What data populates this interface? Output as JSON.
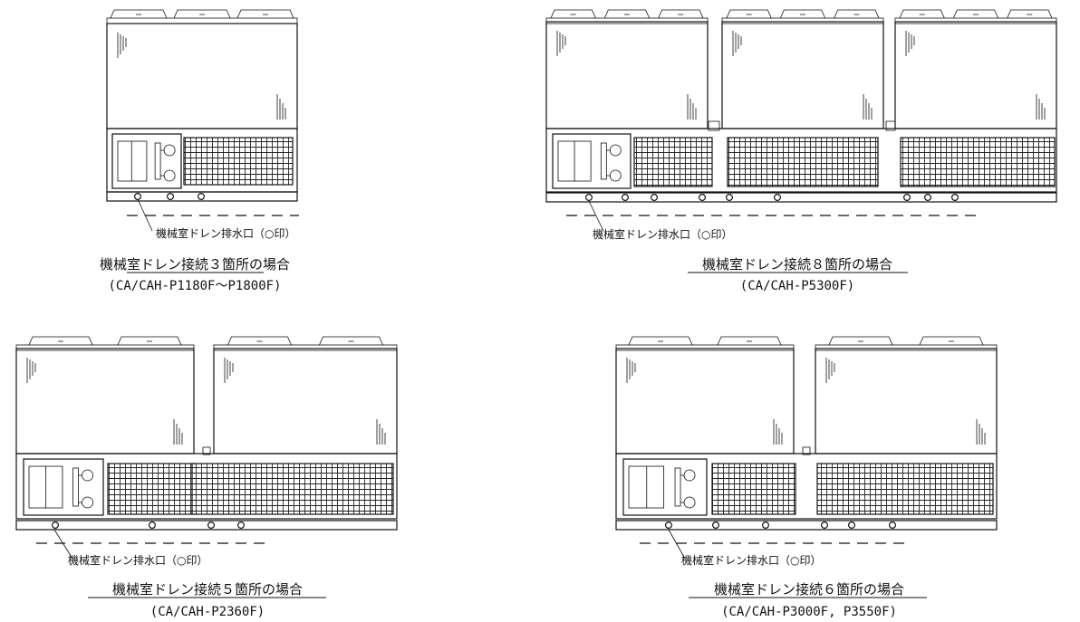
{
  "panels": [
    {
      "drain_label": "機械室ドレン排水口（○印）",
      "title": "機械室ドレン接続３箇所の場合",
      "model": "(CA/CAH-P1180F～P1800F)"
    },
    {
      "drain_label": "機械室ドレン排水口（○印）",
      "title": "機械室ドレン接続８箇所の場合",
      "model": "(CA/CAH-P5300F)"
    },
    {
      "drain_label": "機械室ドレン排水口（○印）",
      "title": "機械室ドレン接続５箇所の場合",
      "model": "(CA/CAH-P2360F)"
    },
    {
      "drain_label": "機械室ドレン排水口（○印）",
      "title": "機械室ドレン接続６箇所の場合",
      "model": "(CA/CAH-P3000F, P3550F)"
    }
  ]
}
